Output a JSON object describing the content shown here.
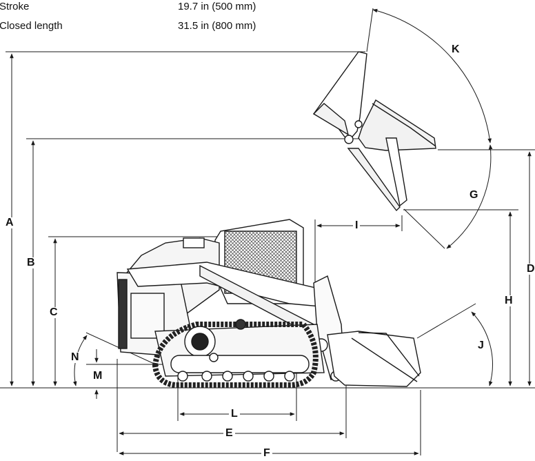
{
  "specs": [
    {
      "label": "Stroke",
      "value": "19.7 in (500 mm)"
    },
    {
      "label": "Closed length",
      "value": "31.5 in (800 mm)"
    }
  ],
  "dimension_labels": [
    "A",
    "B",
    "C",
    "D",
    "E",
    "F",
    "G",
    "H",
    "I",
    "J",
    "K",
    "L",
    "M",
    "N"
  ],
  "colors": {
    "line": "#1a1a1a",
    "fill_light": "#f2f2f2",
    "track": "#222222"
  }
}
